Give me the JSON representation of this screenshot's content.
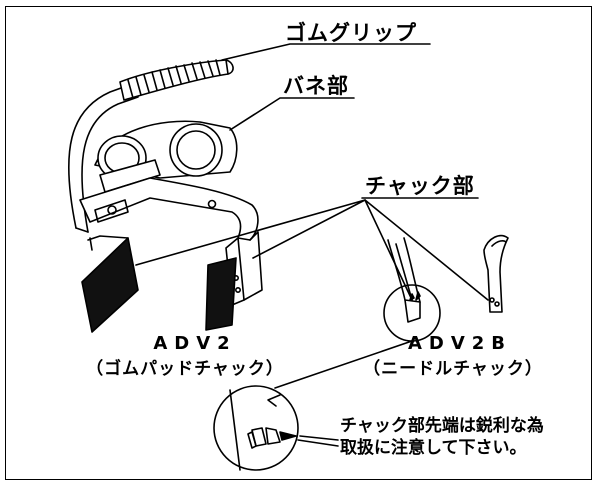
{
  "labels": {
    "gom_grip": "ゴムグリップ",
    "spring": "バネ部",
    "chuck": "チャック部"
  },
  "models": [
    {
      "name": "ADV2",
      "subtitle": "（ゴムパッドチャック）"
    },
    {
      "name": "ADV2B",
      "subtitle": "（ニードルチャック）"
    }
  ],
  "warning": {
    "line1": "チャック部先端は鋭利な為",
    "line2": "取扱に注意して下さい。"
  },
  "colors": {
    "ink": "#000000",
    "background": "#ffffff",
    "pad": "#111111"
  }
}
